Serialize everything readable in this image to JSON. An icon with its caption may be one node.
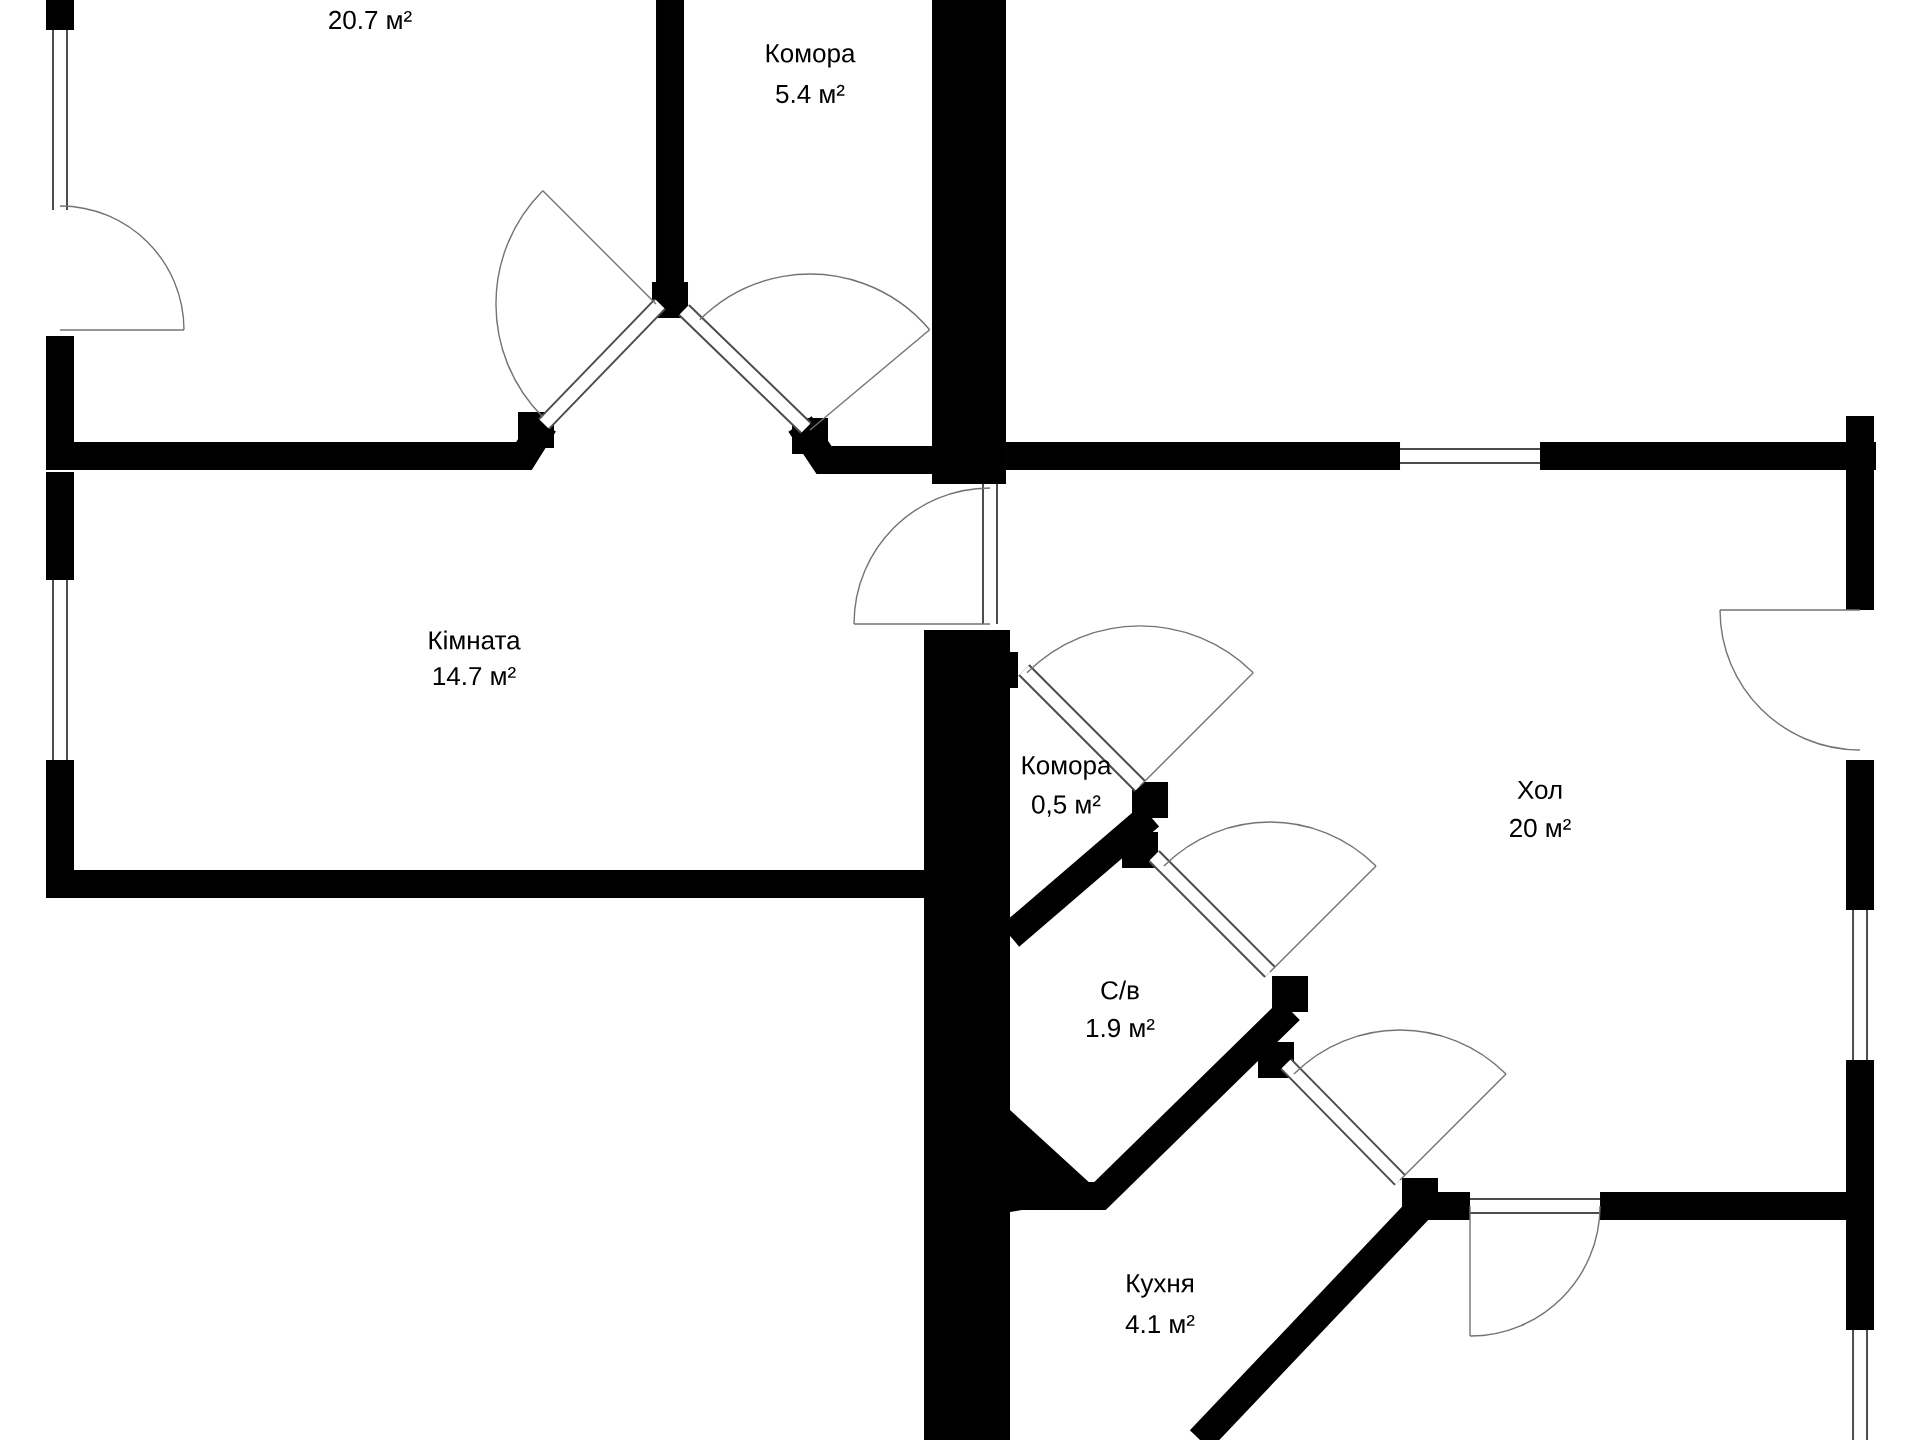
{
  "diagram": {
    "labels": [
      "20.7 м²",
      "Комора",
      "5.4 м²",
      "Кімната",
      "14.7 м²",
      "Комора",
      "0,5 м²",
      "Хол",
      "20 м²",
      "С/в",
      "1.9 м²",
      "Кухня",
      "4.1 м²"
    ]
  }
}
